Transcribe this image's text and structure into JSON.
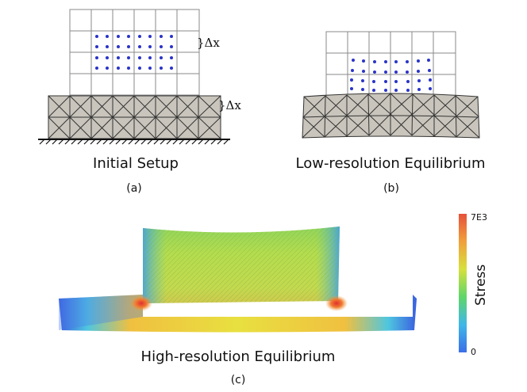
{
  "panel_a": {
    "title": "Initial Setup",
    "tag": "(a)",
    "dx_upper": "}Δx",
    "dx_lower": "}Δx"
  },
  "panel_b": {
    "title": "Low-resolution Equilibrium",
    "tag": "(b)"
  },
  "panel_c": {
    "title": "High-resolution Equilibrium",
    "tag": "(c)"
  },
  "colorbar": {
    "title": "Stress",
    "max_label": "7E3",
    "min_label": "0"
  },
  "colors": {
    "mesh_fill": "#c9c5bc",
    "mesh_stroke": "#333333",
    "particle": "#2a34c8",
    "grid_line": "#888888"
  }
}
